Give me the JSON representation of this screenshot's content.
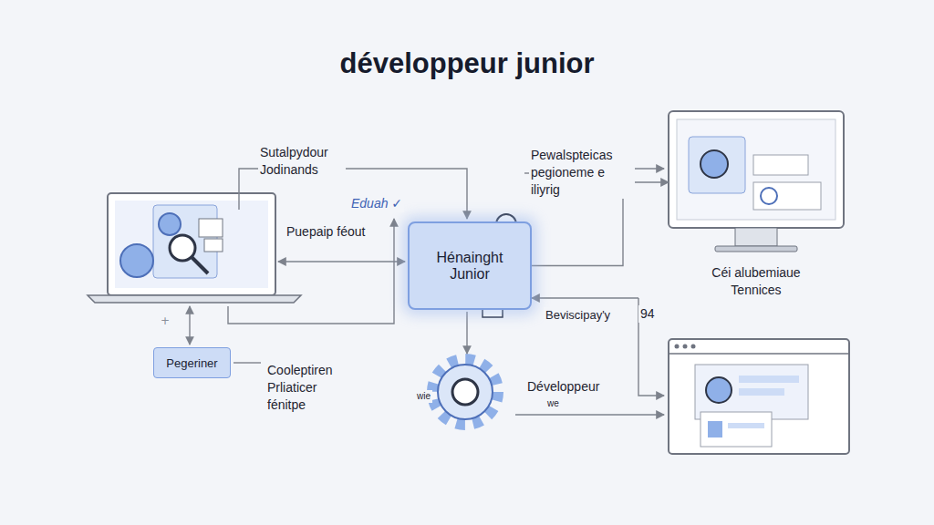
{
  "diagram": {
    "title": "développeur junior",
    "nodes": [
      {
        "text": [
          "Hénainght Junior"
        ]
      },
      {
        "text": [
          "Pegeriner"
        ]
      },
      {
        "text": [
          "Céi alubemiaue Tennices"
        ]
      }
    ],
    "edges": [
      {
        "from": 0,
        "to": 2,
        "arrow": "to"
      }
    ],
    "labels": [
      "Sutalpydour Jodinands",
      "Eduah ✓",
      "Puepaip féout",
      "Pewalspteicas pegioneme e iliyrig",
      "Beviscipay'y",
      "94",
      "Cooleptiren Prliaticer fénitpe",
      "Développeur",
      "we",
      "wie"
    ]
  }
}
